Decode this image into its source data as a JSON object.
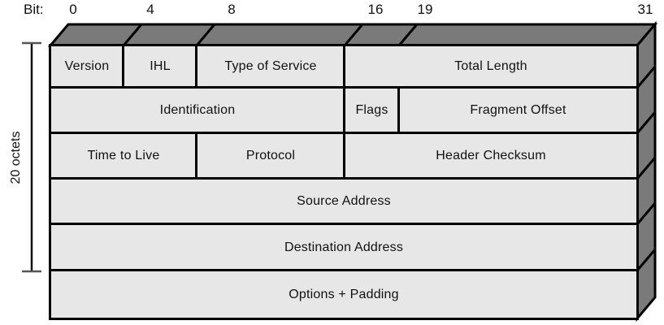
{
  "diagram": {
    "bit_axis": {
      "prefix": "Bit:",
      "ticks": [
        "0",
        "4",
        "8",
        "16",
        "19",
        "31"
      ]
    },
    "left_bracket_label": "20 octets",
    "rows": [
      {
        "fields": [
          {
            "label": "Version",
            "bits": "0-3"
          },
          {
            "label": "IHL",
            "bits": "4-7"
          },
          {
            "label": "Type of Service",
            "bits": "8-15"
          },
          {
            "label": "Total Length",
            "bits": "16-31"
          }
        ]
      },
      {
        "fields": [
          {
            "label": "Identification",
            "bits": "0-15"
          },
          {
            "label": "Flags",
            "bits": "16-18"
          },
          {
            "label": "Fragment Offset",
            "bits": "19-31"
          }
        ]
      },
      {
        "fields": [
          {
            "label": "Time to Live",
            "bits": "0-7"
          },
          {
            "label": "Protocol",
            "bits": "8-15"
          },
          {
            "label": "Header Checksum",
            "bits": "16-31"
          }
        ]
      },
      {
        "fields": [
          {
            "label": "Source Address",
            "bits": "0-31"
          }
        ]
      },
      {
        "fields": [
          {
            "label": "Destination Address",
            "bits": "0-31"
          }
        ]
      },
      {
        "fields": [
          {
            "label": "Options + Padding",
            "bits": "0-31"
          }
        ]
      }
    ],
    "colors": {
      "cell_fill": "#e7e7e7",
      "face_shade": "#7a7a7a",
      "border": "#000000",
      "background": "#ffffff"
    }
  }
}
